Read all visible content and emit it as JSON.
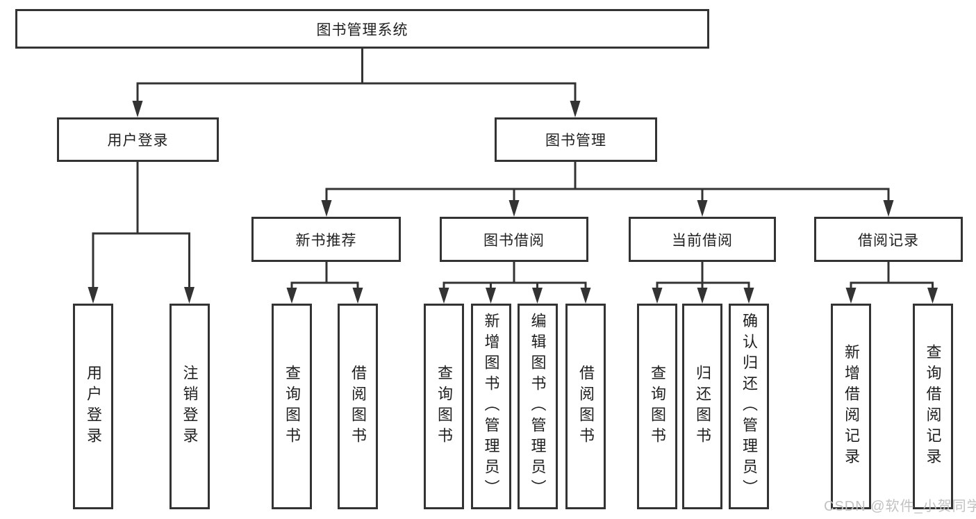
{
  "root_label": "图书管理系统",
  "branches": {
    "user_login": {
      "label": "用户登录",
      "children": [
        "用户登录",
        "注销登录"
      ]
    },
    "book_management": {
      "label": "图书管理",
      "modules": [
        {
          "label": "新书推荐",
          "children": [
            "查询图书",
            "借阅图书"
          ]
        },
        {
          "label": "图书借阅",
          "children": [
            "查询图书",
            "新增图书（管理员）",
            "编辑图书（管理员）",
            "借阅图书"
          ]
        },
        {
          "label": "当前借阅",
          "children": [
            "查询图书",
            "归还图书",
            "确认归还（管理员）"
          ]
        },
        {
          "label": "借阅记录",
          "children": [
            "新增借阅记录",
            "查询借阅记录"
          ]
        }
      ]
    }
  },
  "watermark": "CSDN @软件_小贺同学",
  "colors": {
    "line": "#333333",
    "text": "#1f1f1f",
    "watermark": "#c2c2c2",
    "background": "#ffffff"
  }
}
